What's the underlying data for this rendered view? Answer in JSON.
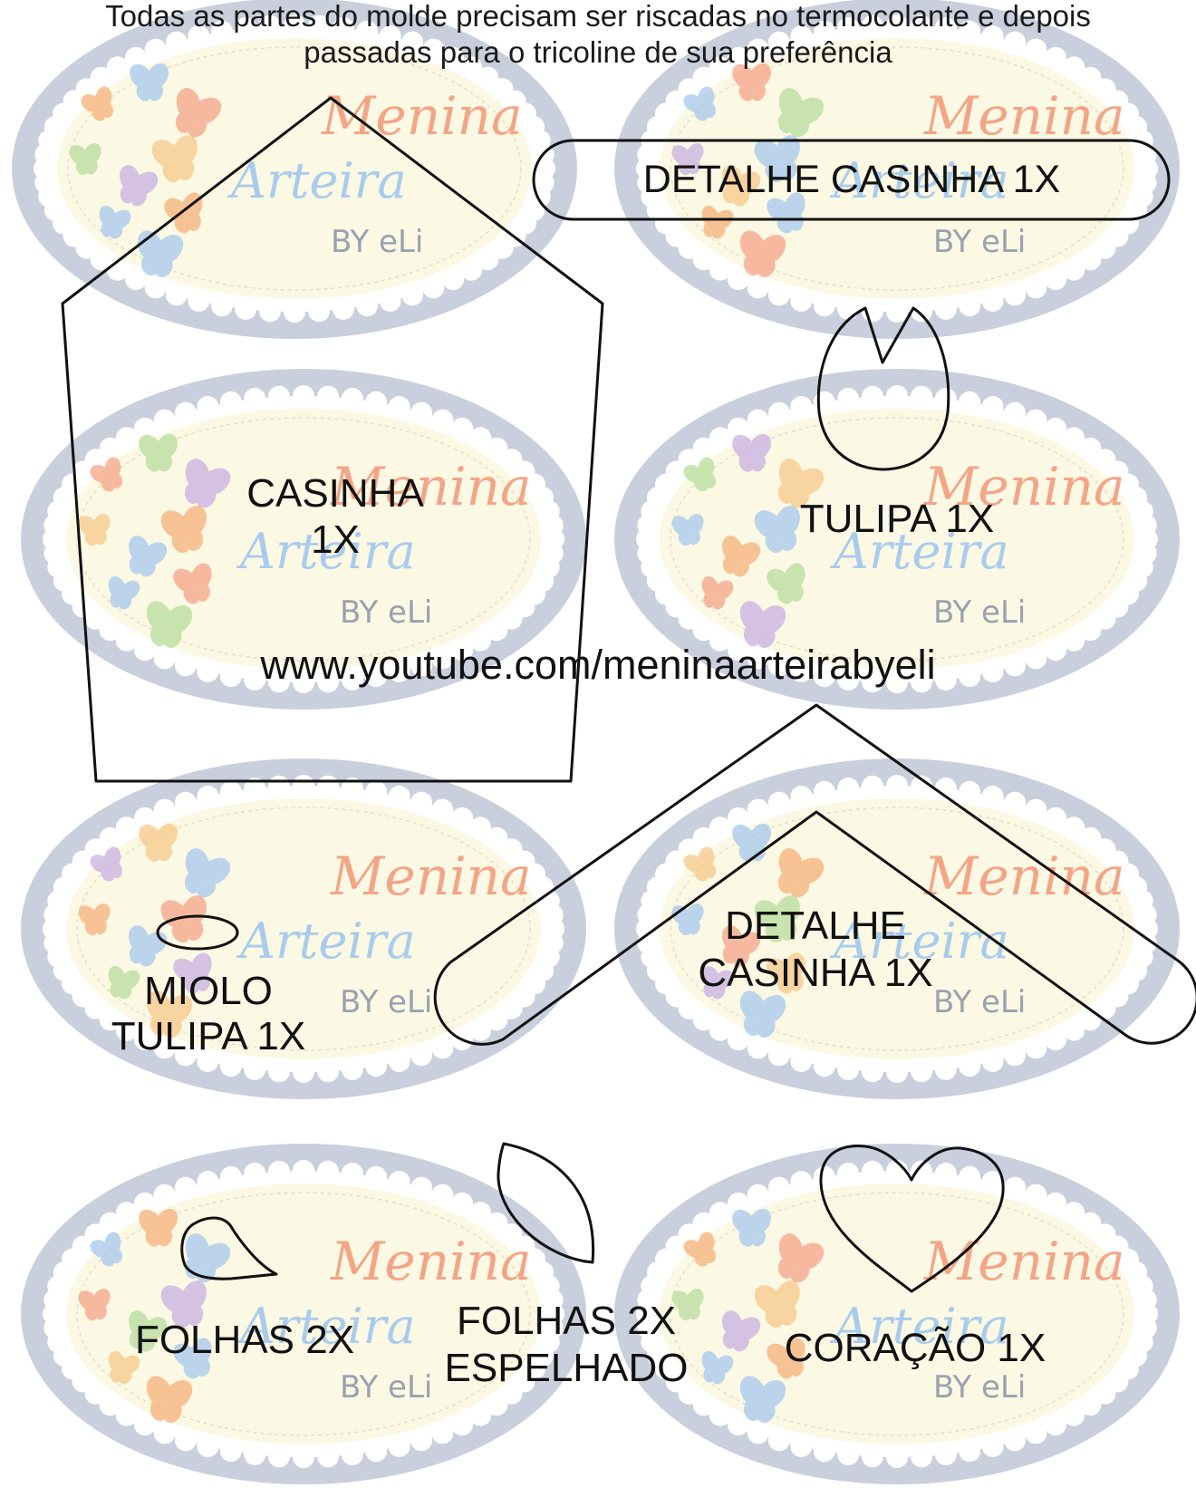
{
  "header": {
    "line1": "Todas as partes do molde precisam ser riscadas no termocolante e depois",
    "line2": "passadas para o tricoline de sua preferência"
  },
  "watermark": {
    "brand_word1": "Menina",
    "brand_word2": "Arteira",
    "brand_byline": "BY eLi",
    "colors": {
      "ring": "#c9cfdc",
      "scallop": "#ffffff",
      "inner": "#fbf8e4",
      "menina": "#f3a586",
      "arteira": "#a9ccec",
      "byline": "#9aa2af"
    }
  },
  "url": "www.youtube.com/meninaarteirabyeli",
  "pieces": {
    "detalhe_top": "DETALHE CASINHA 1X",
    "casinha_line1": "CASINHA",
    "casinha_line2": "1X",
    "tulipa": "TULIPA 1X",
    "miolo_line1": "MIOLO",
    "miolo_line2": "TULIPA 1X",
    "detalhe_mid_line1": "DETALHE",
    "detalhe_mid_line2": "CASINHA 1X",
    "folhas": "FOLHAS 2X",
    "folhas_esp_line1": "FOLHAS 2X",
    "folhas_esp_line2": "ESPELHADO",
    "coracao": "CORAÇÃO 1X"
  },
  "colors": {
    "outline": "#111111",
    "text": "#111111"
  }
}
